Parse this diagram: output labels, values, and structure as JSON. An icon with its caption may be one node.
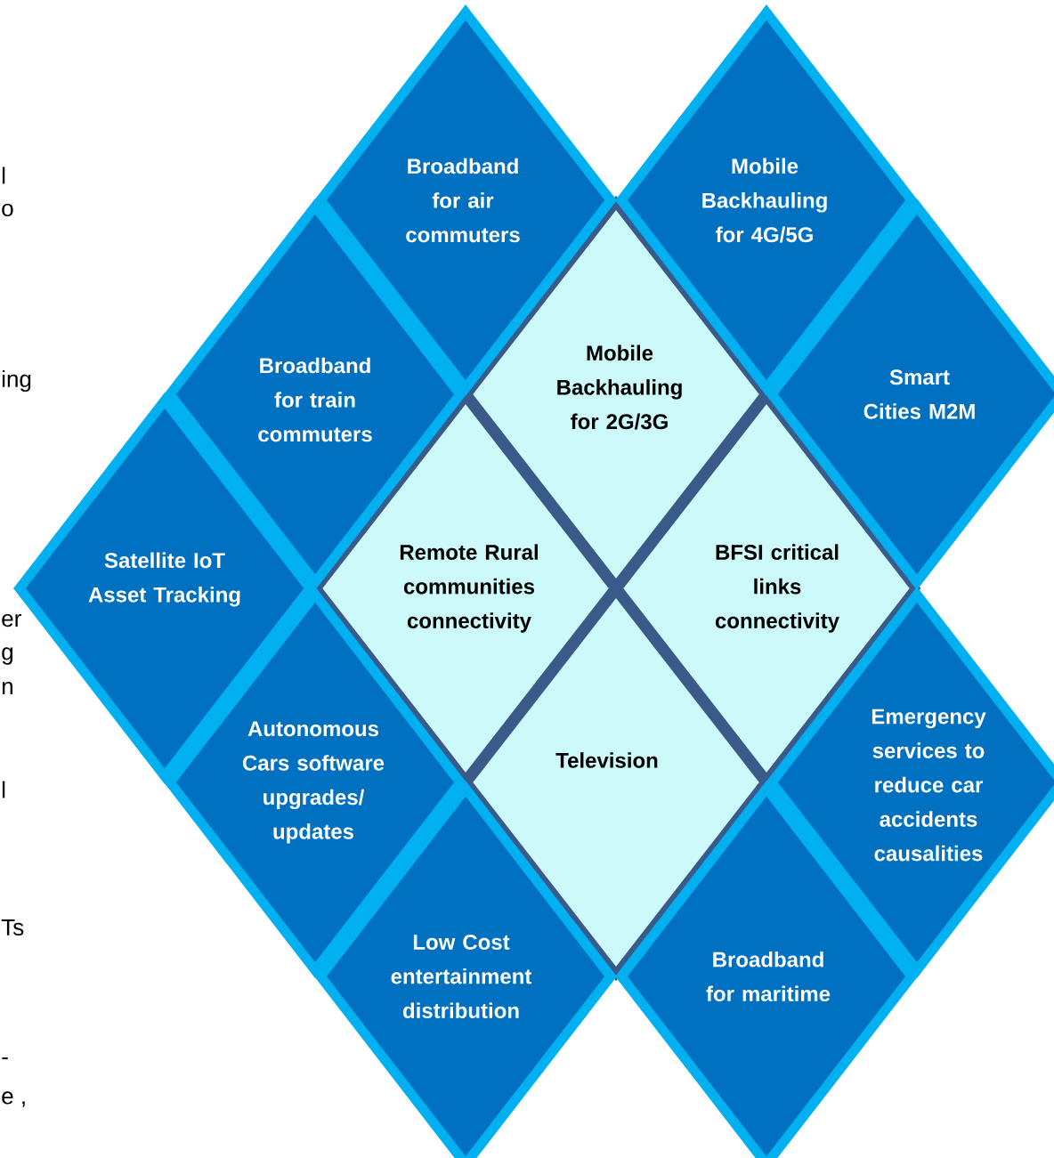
{
  "diagram": {
    "nodes": [
      {
        "text": [
          "Broadband for air commuters"
        ]
      },
      {
        "text": [
          "Mobile Backhauling for 4G/5G"
        ]
      },
      {
        "text": [
          "Broadband for train commuters"
        ]
      },
      {
        "text": [
          "Mobile Backhauling for 2G/3G"
        ]
      },
      {
        "text": [
          "Smart Cities M2M"
        ]
      },
      {
        "text": [
          "Satellite IoT Asset Tracking"
        ]
      },
      {
        "text": [
          "Remote Rural communities connectivity"
        ]
      },
      {
        "text": [
          "BFSI critical links connectivity"
        ]
      },
      {
        "text": [
          "Autonomous Cars software upgrades/ updates"
        ]
      },
      {
        "text": [
          "Television"
        ]
      },
      {
        "text": [
          "Emergency services to reduce car accidents causalities"
        ]
      },
      {
        "text": [
          "Low Cost entertainment distribution"
        ]
      },
      {
        "text": [
          "Broadband for maritime"
        ]
      }
    ],
    "labels": [
      "l",
      "o",
      "ing",
      "er",
      "g",
      "n",
      "l",
      "Ts",
      "-",
      "e ,"
    ]
  }
}
